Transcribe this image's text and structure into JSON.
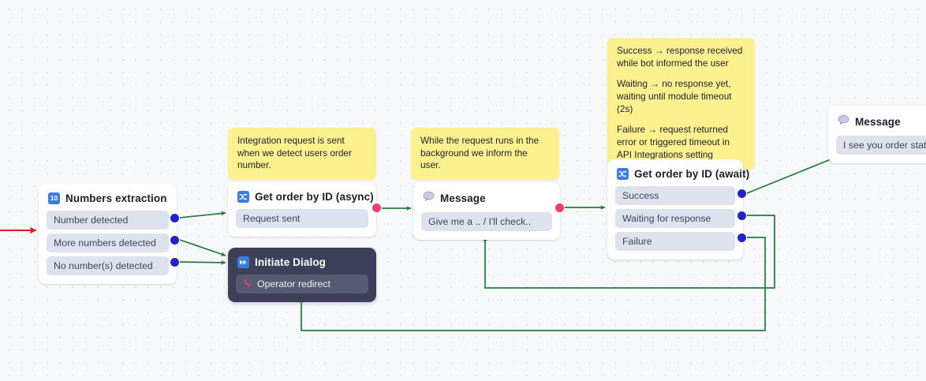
{
  "canvas": {
    "background_color": "#f7f8fa",
    "dot_color": "#dfe3ea",
    "edge_color": "#1f7a3d",
    "entry_arrow_color": "#e8141c"
  },
  "nodes": [
    {
      "id": "numbers-extraction",
      "title": "Numbers extraction",
      "icon": "number-badge-icon",
      "badge": "10",
      "theme": "light",
      "ports": [
        {
          "label": "Number detected",
          "handle": "blue"
        },
        {
          "label": "More numbers detected",
          "handle": "blue"
        },
        {
          "label": "No number(s) detected",
          "handle": "blue"
        }
      ]
    },
    {
      "id": "get-order-async",
      "title": "Get order by ID (async)",
      "icon": "shuffle-icon",
      "theme": "light",
      "ports": [
        {
          "label": "Request sent",
          "handle": "pink"
        }
      ]
    },
    {
      "id": "initiate-dialog",
      "title": "Initiate Dialog",
      "icon": "fast-forward-icon",
      "theme": "dark",
      "ports": [
        {
          "label": "Operator redirect",
          "icon": "phone-icon",
          "handle": "none"
        }
      ]
    },
    {
      "id": "message-check",
      "title": "Message",
      "icon": "speech-bubble-icon",
      "theme": "light",
      "ports": [
        {
          "label": "Give me a .. / I'll check..",
          "handle": "pink"
        }
      ]
    },
    {
      "id": "get-order-await",
      "title": "Get order by ID (await)",
      "icon": "shuffle-icon",
      "theme": "light",
      "ports": [
        {
          "label": "Success",
          "handle": "blue"
        },
        {
          "label": "Waiting for response",
          "handle": "blue"
        },
        {
          "label": "Failure",
          "handle": "blue"
        }
      ]
    },
    {
      "id": "message-order-state",
      "title": "Message",
      "icon": "speech-bubble-icon",
      "theme": "light",
      "ports": [
        {
          "label": "I see you order state is",
          "handle": "none"
        }
      ]
    }
  ],
  "notes": [
    {
      "id": "note-integration",
      "lines": [
        "Integration request is sent when we detect users order number."
      ]
    },
    {
      "id": "note-background",
      "lines": [
        "While the request runs in the background we inform the user."
      ]
    },
    {
      "id": "note-outcomes",
      "lines": [
        "Success → response received while bot informed the user",
        "Waiting → no response yet, waiting until module timeout (2s)",
        "Failure → request returned error or triggered timeout in API Integrations setting"
      ]
    }
  ]
}
